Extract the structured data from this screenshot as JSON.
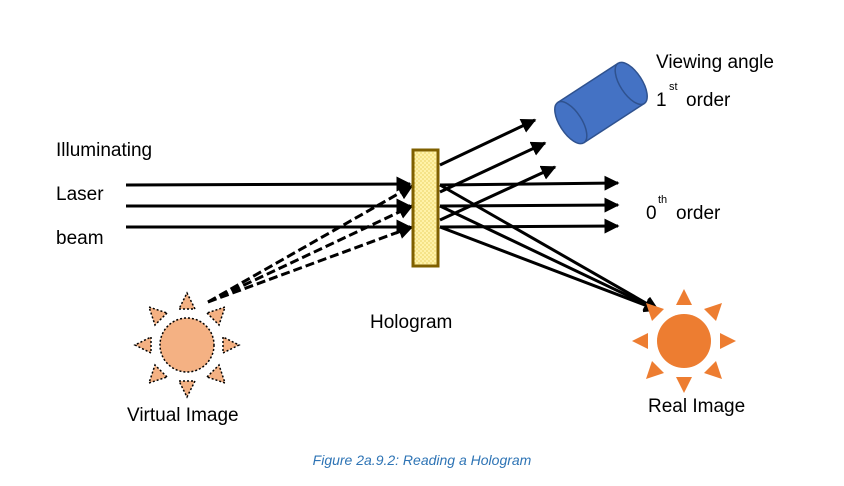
{
  "labels": {
    "illuminating": "Illuminating",
    "laser": "Laser",
    "beam": "beam",
    "hologram": "Hologram",
    "virtual_image": "Virtual Image",
    "real_image": "Real Image",
    "viewing_angle": "Viewing angle",
    "first_num": "1",
    "first_sup": "st",
    "first_word": "order",
    "zeroth_num": "0",
    "zeroth_sup": "th",
    "zeroth_word": "order"
  },
  "caption": "Figure 2a.9.2: Reading a Hologram",
  "colors": {
    "virtual_sun": "#f4b183",
    "real_sun": "#ed7d31",
    "hologram_fill": "#fff2a8",
    "hologram_border": "#7f6000",
    "viewer": "#4472c4",
    "viewer_border": "#2f528f",
    "caption": "#2e74b5"
  },
  "icons": {
    "viewer": "cylinder-viewer-icon",
    "virtual_image": "sun-icon",
    "real_image": "sun-icon"
  }
}
